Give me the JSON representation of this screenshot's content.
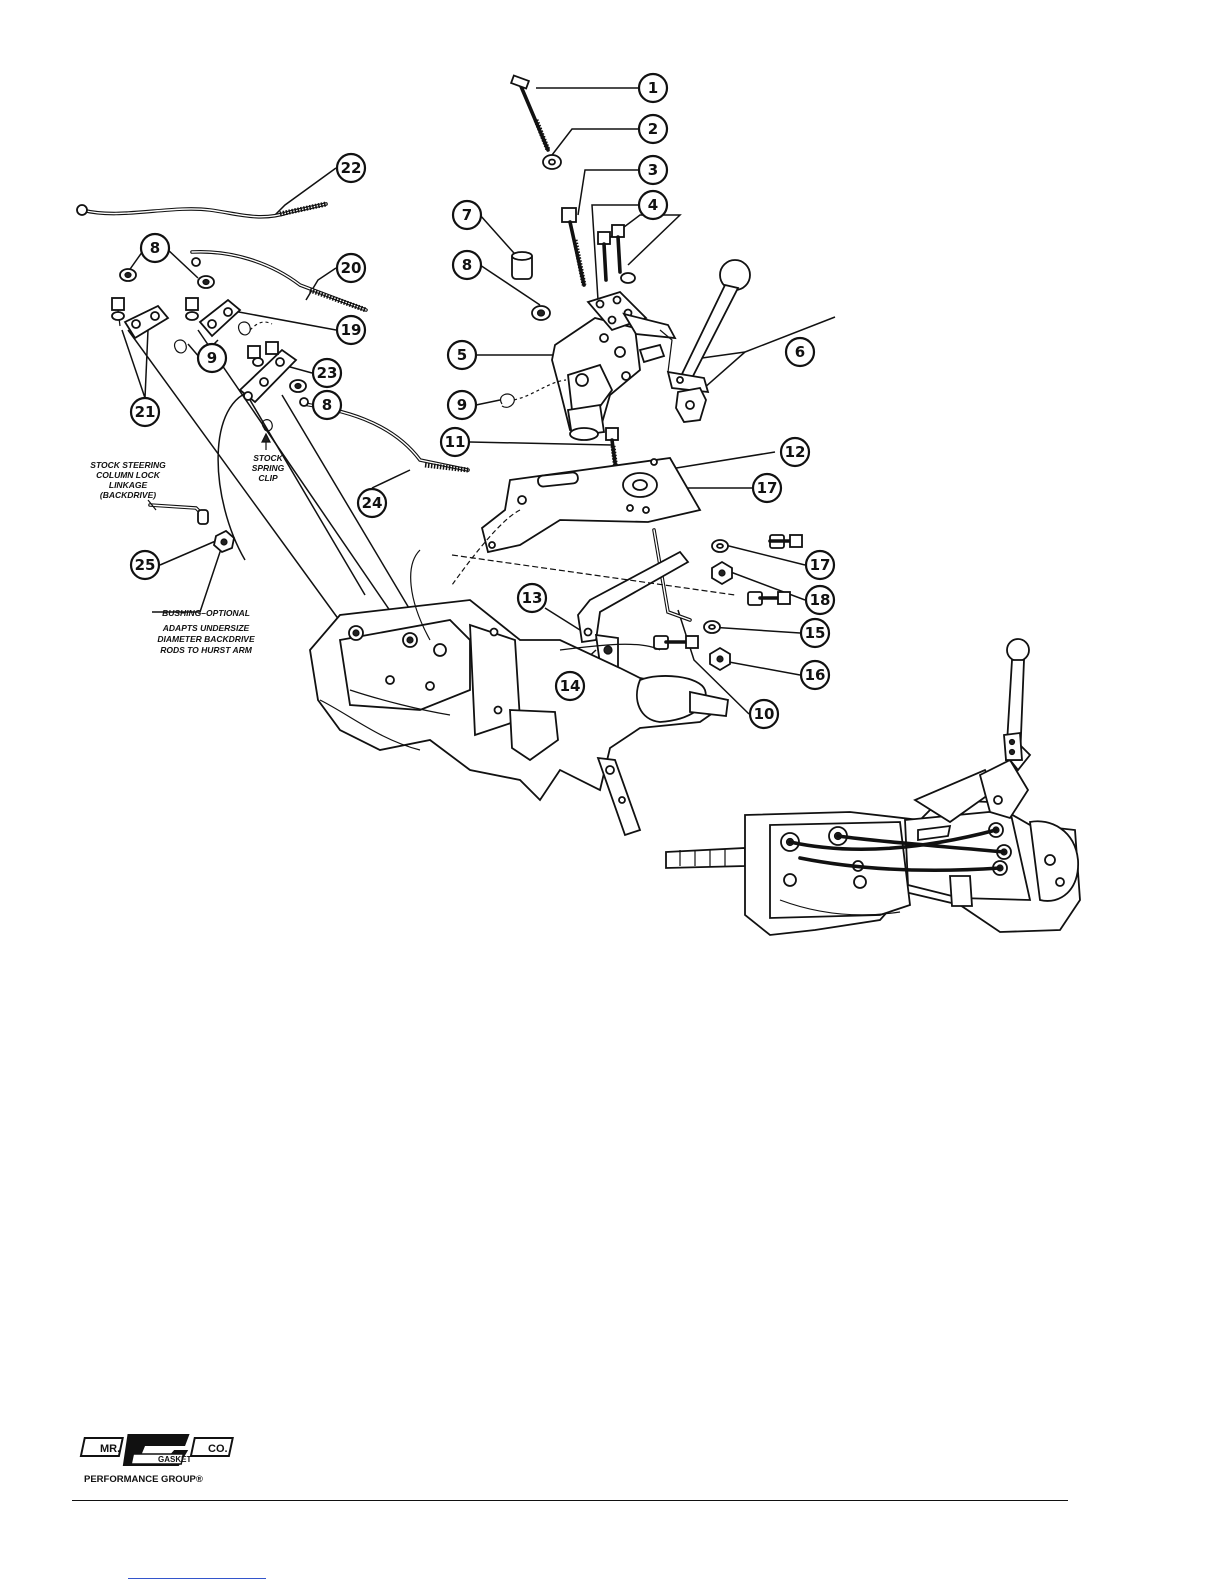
{
  "callouts": {
    "c1": "1",
    "c2": "2",
    "c3": "3",
    "c4": "4",
    "c5": "5",
    "c6": "6",
    "c7": "7",
    "c8a": "8",
    "c8b": "8",
    "c8c": "8",
    "c9a": "9",
    "c9b": "9",
    "c10": "10",
    "c11": "11",
    "c12": "12",
    "c13": "13",
    "c14": "14",
    "c15": "15",
    "c16": "16",
    "c17a": "17",
    "c17b": "17",
    "c18": "18",
    "c19": "19",
    "c20": "20",
    "c21": "21",
    "c22": "22",
    "c23": "23",
    "c24": "24",
    "c25": "25"
  },
  "notes": {
    "steering_line1": "STOCK STEERING",
    "steering_line2": "COLUMN LOCK",
    "steering_line3": "LINKAGE",
    "steering_line4": "(BACKDRIVE)",
    "clip_line1": "STOCK",
    "clip_line2": "SPRING",
    "clip_line3": "CLIP",
    "bushing_line1": "BUSHING–OPTIONAL",
    "bushing_line2": "ADAPTS UNDERSIZE",
    "bushing_line3": "DIAMETER BACKDRIVE",
    "bushing_line4": "RODS TO HURST ARM"
  },
  "logo": {
    "left": "MR.",
    "center": "GASKET",
    "right": "CO.",
    "tagline": "PERFORMANCE GROUP®"
  }
}
